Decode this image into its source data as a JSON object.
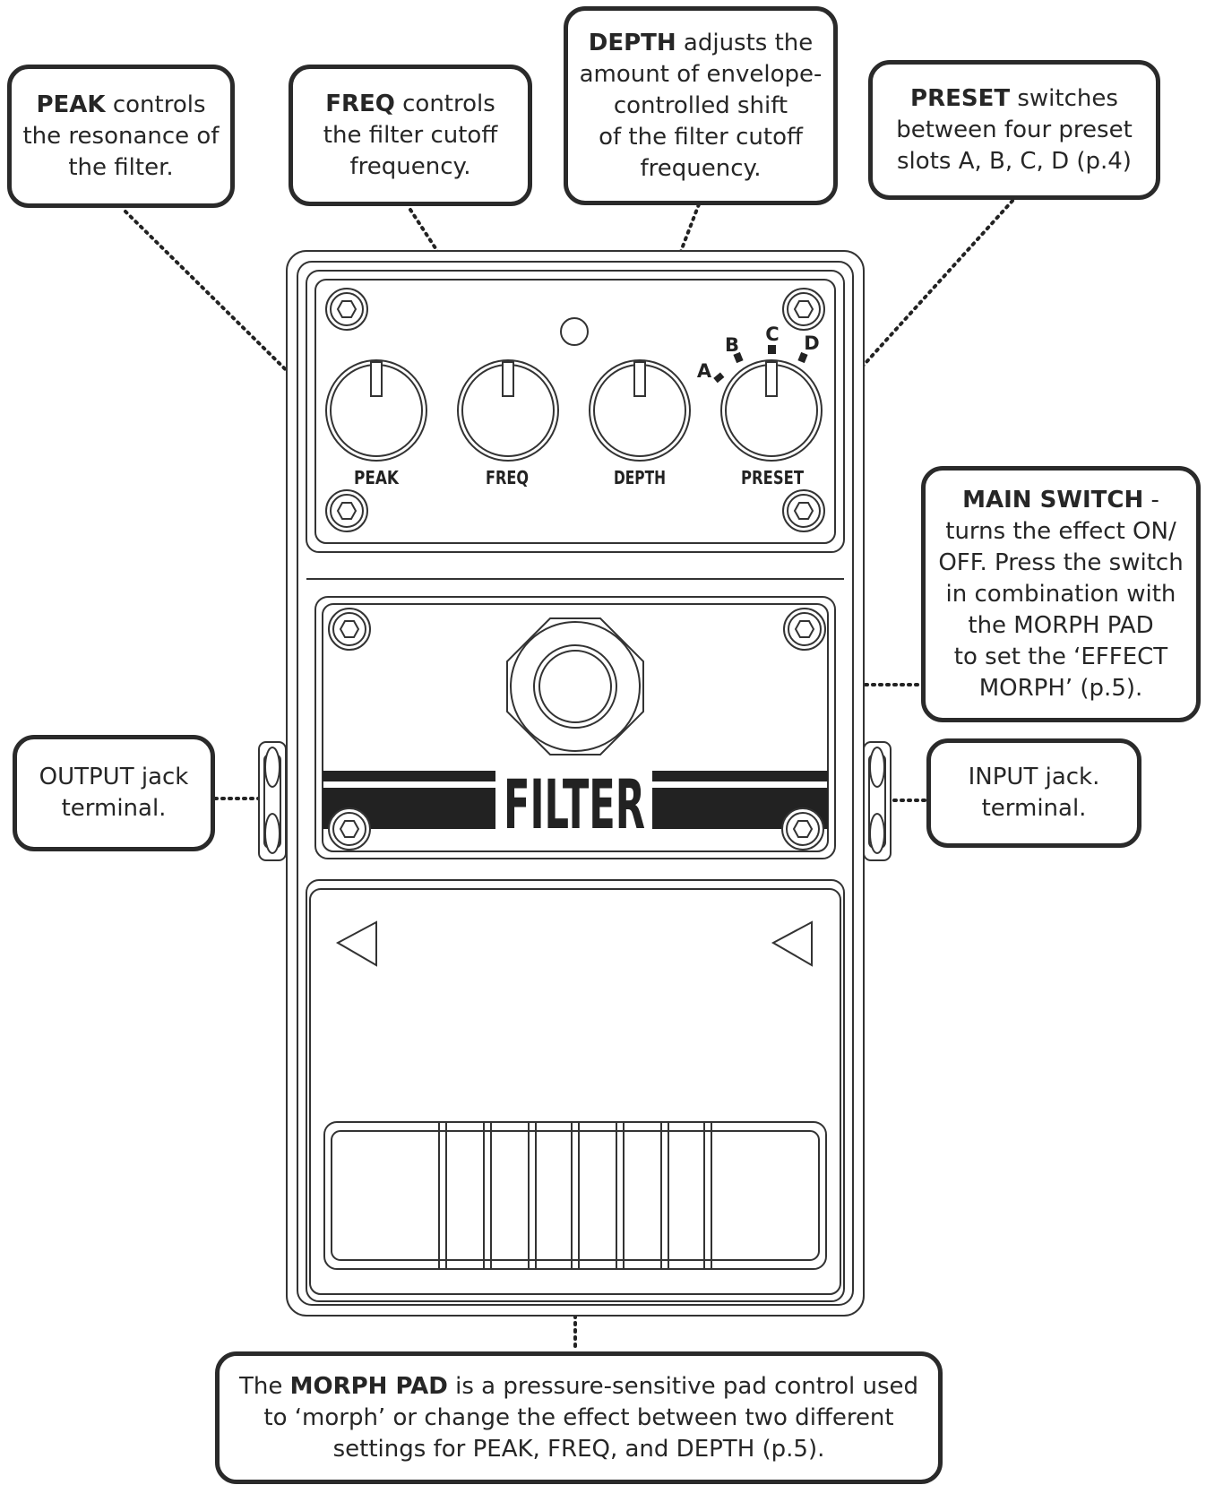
{
  "callouts": {
    "peak": {
      "bold": "PEAK",
      "lines": [
        " controls",
        "the resonance of",
        "the filter."
      ]
    },
    "freq": {
      "bold": "FREQ",
      "lines": [
        " controls",
        "the filter cutoff",
        "frequency."
      ]
    },
    "depth": {
      "bold": "DEPTH",
      "lines": [
        " adjusts the",
        "amount of envelope-",
        "controlled shift",
        "of the filter cutoff",
        "frequency."
      ]
    },
    "preset": {
      "bold": "PRESET",
      "lines": [
        " switches",
        "between four preset",
        "slots A, B, C, D  (p.4)"
      ]
    },
    "main_switch": {
      "bold": "MAIN SWITCH",
      "lines": [
        " -",
        "turns the effect ON/",
        "OFF. Press the switch",
        "in combination with",
        "the MORPH PAD",
        "to set the ‘EFFECT",
        "MORPH’ (p.5)."
      ]
    },
    "output": {
      "lines": [
        "OUTPUT jack",
        "terminal."
      ]
    },
    "input": {
      "lines": [
        "INPUT jack.",
        "terminal."
      ]
    },
    "morph_pad": {
      "prefix": "The ",
      "bold": "MORPH PAD",
      "lines": [
        " is a pressure-sensitive pad control used",
        "to ‘morph’ or change the effect between two different",
        "settings for PEAK, FREQ, and DEPTH (p.5)."
      ]
    }
  },
  "pedal": {
    "brand_label": "FILTER",
    "knob_labels": {
      "peak": "PEAK",
      "freq": "FREQ",
      "depth": "DEPTH",
      "preset": "PRESET"
    },
    "preset_slots": [
      "A",
      "B",
      "C",
      "D"
    ]
  }
}
